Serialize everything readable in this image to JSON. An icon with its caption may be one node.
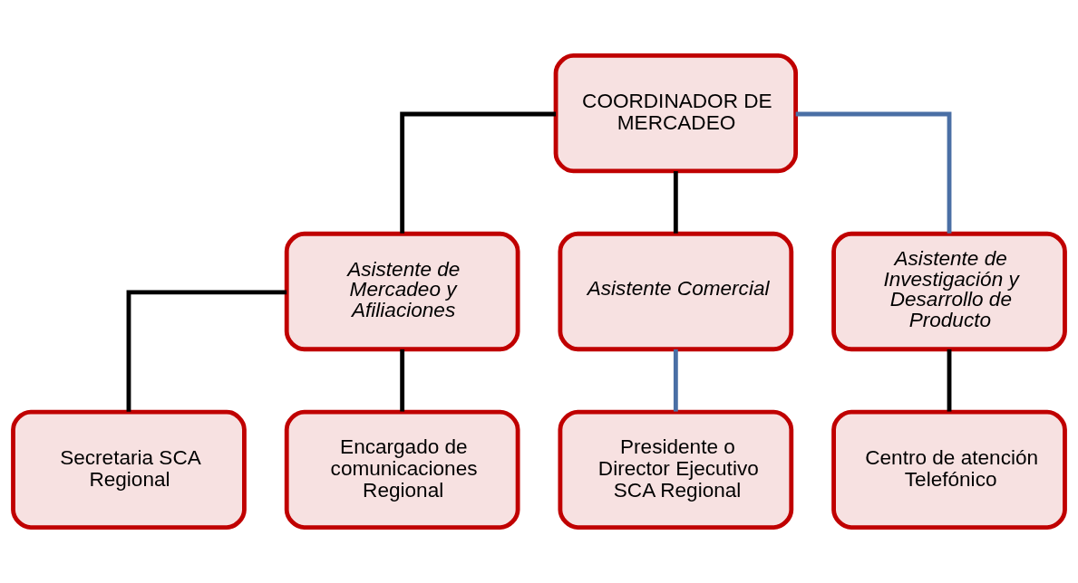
{
  "diagram": {
    "nodes": [
      {
        "text": [
          "COORDINADOR DE MERCADEO"
        ]
      },
      {
        "text": [
          "Asistente de Mercadeo y Afiliaciones"
        ]
      },
      {
        "text": [
          "Asistente Comercial"
        ]
      },
      {
        "text": [
          "Asistente de Investigación y Desarrollo de Producto"
        ]
      },
      {
        "text": [
          "Secretaria SCA Regional"
        ]
      },
      {
        "text": [
          "Encargado de comunicaciones Regional"
        ]
      },
      {
        "text": [
          "Presidente o Director Ejecutivo SCA Regional"
        ]
      },
      {
        "text": [
          "Centro de atención Telefónico"
        ]
      }
    ],
    "edges": [
      {
        "from": 0,
        "to": 1,
        "arrow": "none"
      },
      {
        "from": 0,
        "to": 2,
        "arrow": "none"
      },
      {
        "from": 0,
        "to": 3,
        "arrow": "none",
        "color": "#4a6fa5"
      },
      {
        "from": 1,
        "to": 4,
        "arrow": "none"
      },
      {
        "from": 1,
        "to": 5,
        "arrow": "none"
      },
      {
        "from": 2,
        "to": 6,
        "arrow": "none",
        "color": "#4a6fa5"
      },
      {
        "from": 3,
        "to": 7,
        "arrow": "none"
      }
    ]
  }
}
